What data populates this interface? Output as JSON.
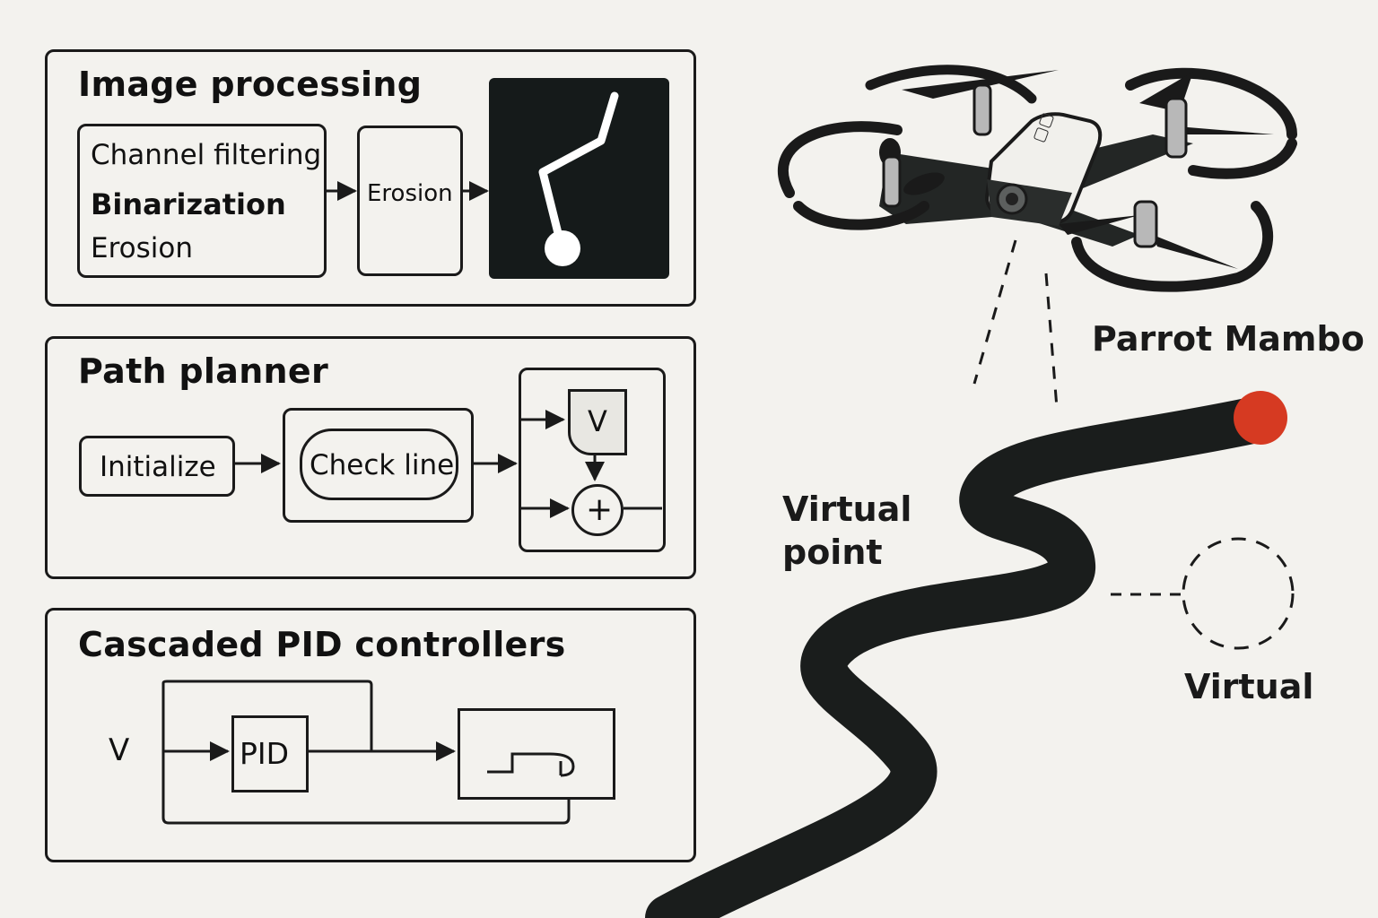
{
  "image_processing": {
    "title": "Image processing",
    "steps": [
      "Channel filtering",
      "Binarization",
      "Erosion"
    ],
    "erosion_box": "Erosion"
  },
  "path_planner": {
    "title": "Path planner",
    "initialize": "Initialize",
    "check_line": "Check line",
    "v_block": "V",
    "sum_symbol": "+"
  },
  "pid": {
    "title": "Cascaded PID controllers",
    "input": "V",
    "pid_block": "PID"
  },
  "scene": {
    "drone_label": "Parrot Mambo",
    "virtual_point_line1": "Virtual",
    "virtual_point_line2": "point",
    "virtual_label": "Virtual",
    "target_color": "#d63a22"
  }
}
